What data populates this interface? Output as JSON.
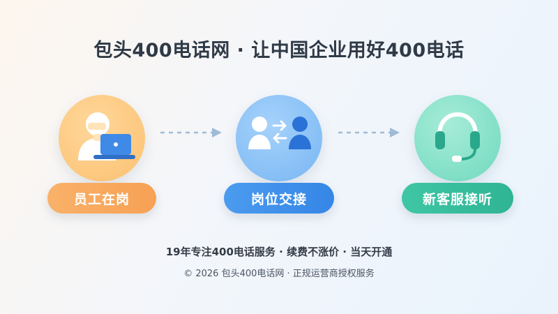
{
  "title": "包头400电话网 · 让中国企业用好400电话",
  "steps": [
    {
      "label": "员工在岗",
      "icon": "employee-at-laptop-icon",
      "color": "#f7a154"
    },
    {
      "label": "岗位交接",
      "icon": "handover-people-icon",
      "color": "#3586e6"
    },
    {
      "label": "新客服接听",
      "icon": "headset-icon",
      "color": "#2fb494"
    }
  ],
  "tagline": "19年专注400电话服务 · 续费不涨价 · 当天开通",
  "footer": "© 2026 包头400电话网 · 正规运营商授权服务"
}
